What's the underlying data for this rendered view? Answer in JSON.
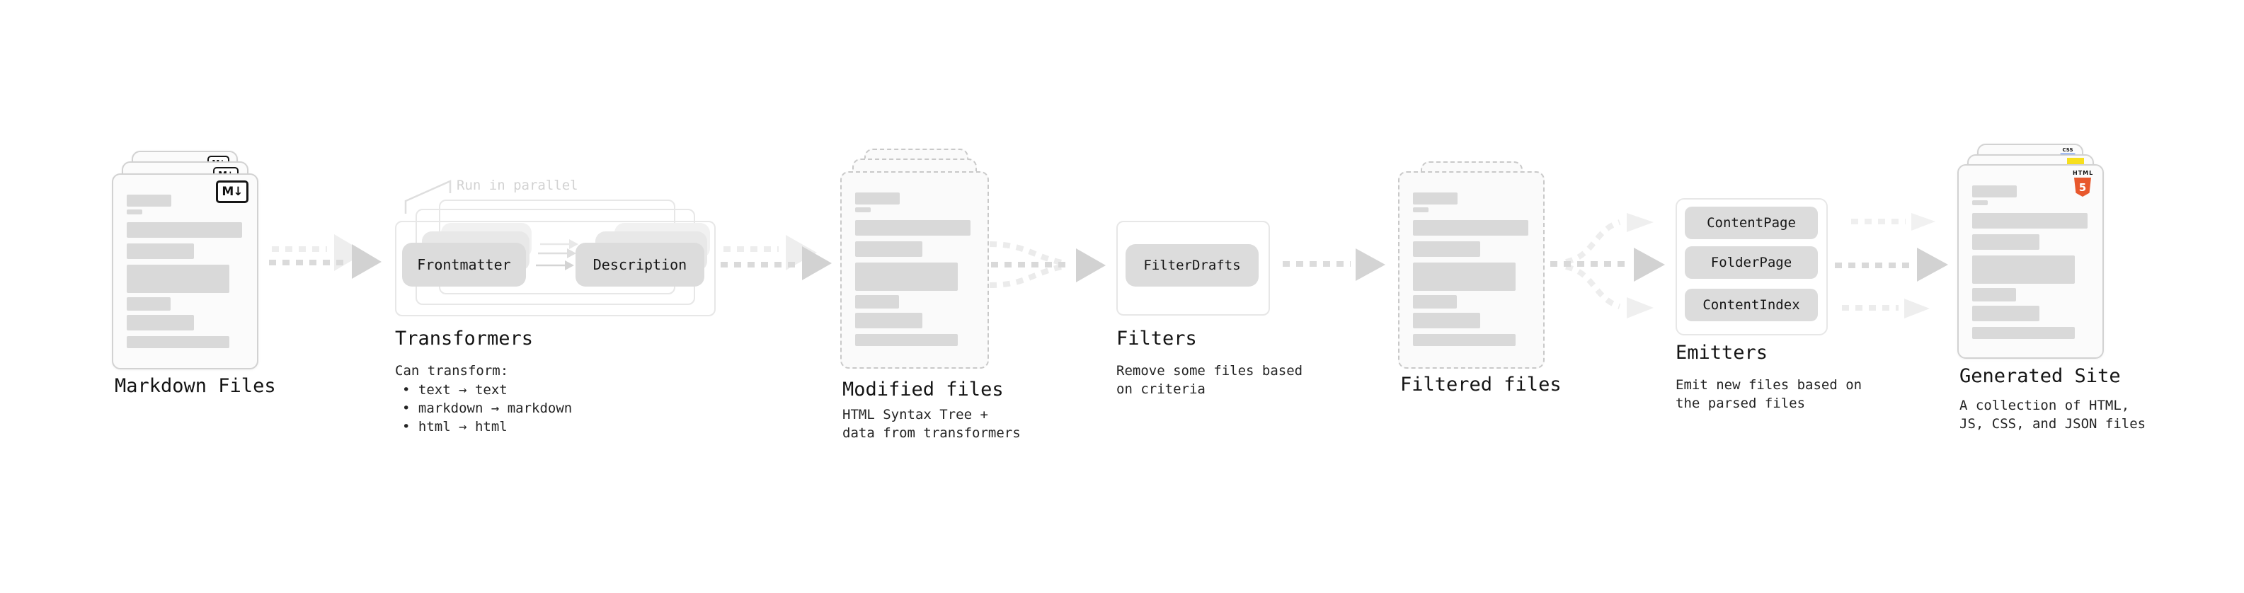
{
  "stages": {
    "markdown": {
      "title": "Markdown Files"
    },
    "transformers": {
      "title": "Transformers",
      "note": "Run in parallel",
      "node_a": "Frontmatter",
      "node_b": "Description",
      "desc_heading": "Can transform:",
      "bullets": [
        "• text → text",
        "• markdown → markdown",
        "• html → html"
      ]
    },
    "modified": {
      "title": "Modified files",
      "desc_line1": "HTML Syntax Tree +",
      "desc_line2": "data from transformers"
    },
    "filters": {
      "title": "Filters",
      "node": "FilterDrafts",
      "desc_line1": "Remove some files based",
      "desc_line2": "on criteria"
    },
    "filtered": {
      "title": "Filtered files"
    },
    "emitters": {
      "title": "Emitters",
      "nodes": [
        "ContentPage",
        "FolderPage",
        "ContentIndex"
      ],
      "desc_line1": "Emit new files based on",
      "desc_line2": "the parsed files"
    },
    "generated": {
      "title": "Generated Site",
      "desc_line1": "A collection of HTML,",
      "desc_line2": "JS, CSS, and JSON files"
    }
  },
  "icons": {
    "markdown_badge": "M↓",
    "html5_label": "HTML",
    "html5_glyph": "5",
    "css_label": "CSS"
  },
  "colors": {
    "html5_orange": "#e8582d",
    "js_yellow": "#f7df1e",
    "css_blue": "#2f6bef",
    "skeleton_gray": "#d9d9d9",
    "node_gray": "#dcdcdc"
  }
}
